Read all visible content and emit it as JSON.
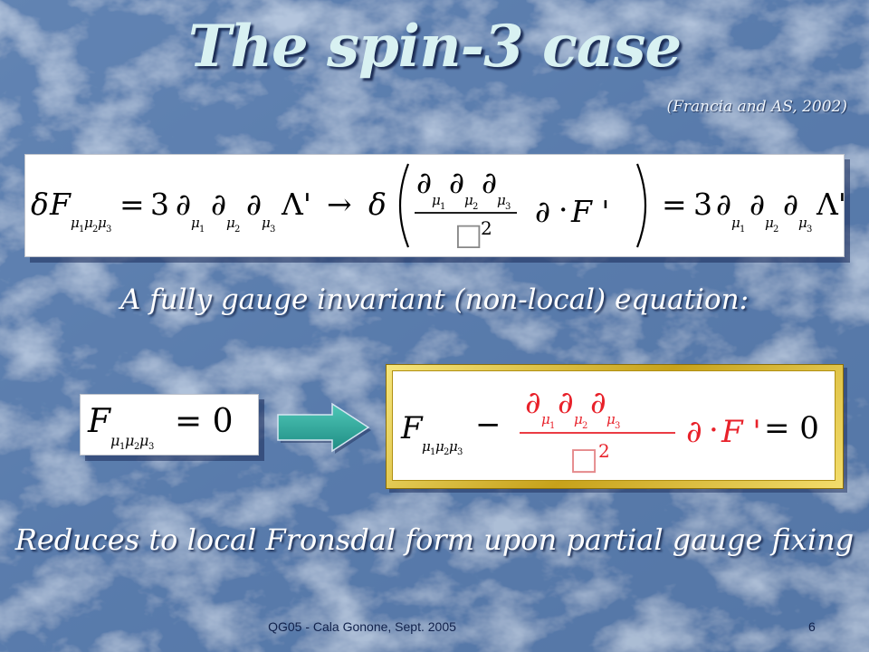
{
  "slide": {
    "title": "The spin-3 case",
    "citation": "(Francia and AS, 2002)",
    "subtitle": "A fully gauge invariant (non-local) equation:",
    "caption": "Reduces to local Fronsdal form upon partial gauge fixing",
    "footer_left": "QG05 - Cala Gonone, Sept. 2005",
    "page_number": "6"
  },
  "equations": {
    "top": {
      "delta": "δ",
      "F": "F",
      "mu1": "μ",
      "idx1": "1",
      "mu2": "μ",
      "idx2": "2",
      "mu3": "μ",
      "idx3": "3",
      "equals": "=",
      "three": "3",
      "partial": "∂",
      "lambda_prime": "Λ'",
      "arrow": "→",
      "box": "□",
      "power": "2",
      "cdot": "·",
      "F_prime": "F '"
    },
    "left": {
      "F": "F",
      "mu": "μ",
      "i1": "1",
      "i2": "2",
      "i3": "3",
      "rhs": "= 0"
    },
    "right": {
      "F": "F",
      "mu": "μ",
      "i1": "1",
      "i2": "2",
      "i3": "3",
      "minus": "−",
      "partial": "∂",
      "box": "□",
      "power": "2",
      "cdot": "·",
      "F_prime": "F '",
      "rhs": "= 0"
    }
  },
  "colors": {
    "background": "#5c7fae",
    "title_text": "#d8f1f2",
    "arrow_fill": "#2fa79a",
    "highlight": "#e8212a",
    "frame_gold": "#d9bd3a"
  },
  "icons": {
    "arrow": "right-arrow-icon"
  }
}
